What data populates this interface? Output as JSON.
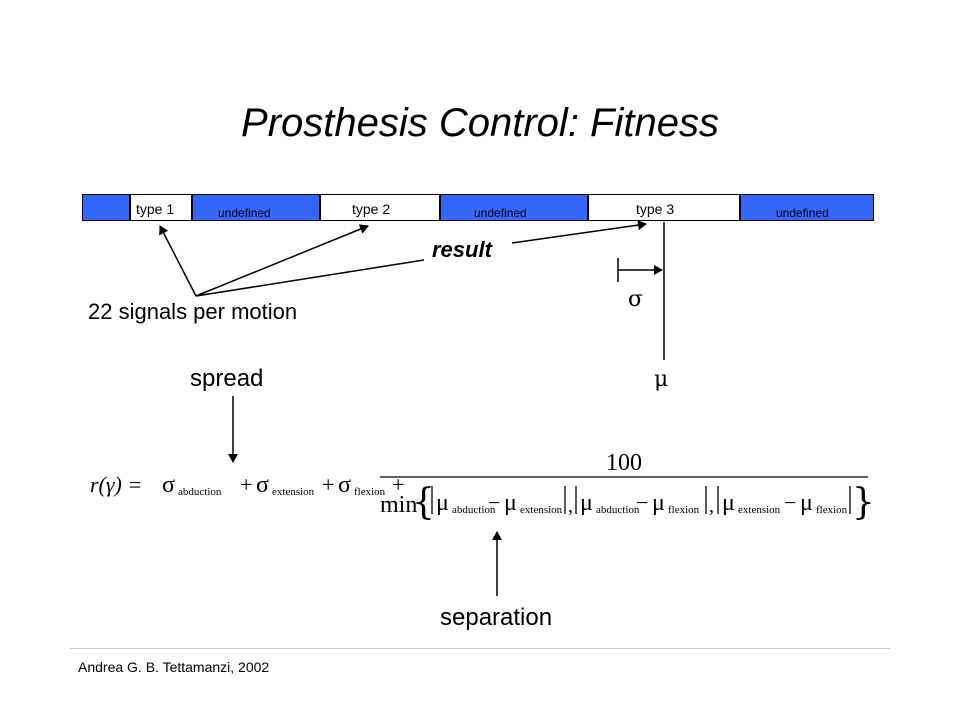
{
  "title": "Prosthesis Control: Fitness",
  "bar": {
    "segments": [
      {
        "kind": "blue",
        "label": ""
      },
      {
        "kind": "white",
        "label": "type 1"
      },
      {
        "kind": "blue",
        "label": "undefined"
      },
      {
        "kind": "white",
        "label": "type 2"
      },
      {
        "kind": "blue",
        "label": "undefined"
      },
      {
        "kind": "white",
        "label": "type 3"
      },
      {
        "kind": "blue",
        "label": "undefined"
      }
    ]
  },
  "labels": {
    "signals": "22 signals per motion",
    "result": "result",
    "sigma": "σ",
    "mu": "μ",
    "spread": "spread",
    "separation": "separation"
  },
  "formula": {
    "lhs": "r(γ) =",
    "sigma": "σ",
    "mu": "μ",
    "plus": "+",
    "minus": "−",
    "sub_abduction": "abduction",
    "sub_extension": "extension",
    "sub_flexion": "flexion",
    "numerator": "100",
    "min": "min",
    "comma": ","
  },
  "footer": "Andrea G. B. Tettamanzi, 2002",
  "colors": {
    "bar_blue": "#3366ff",
    "footer_rule": "#c8c8c8"
  }
}
